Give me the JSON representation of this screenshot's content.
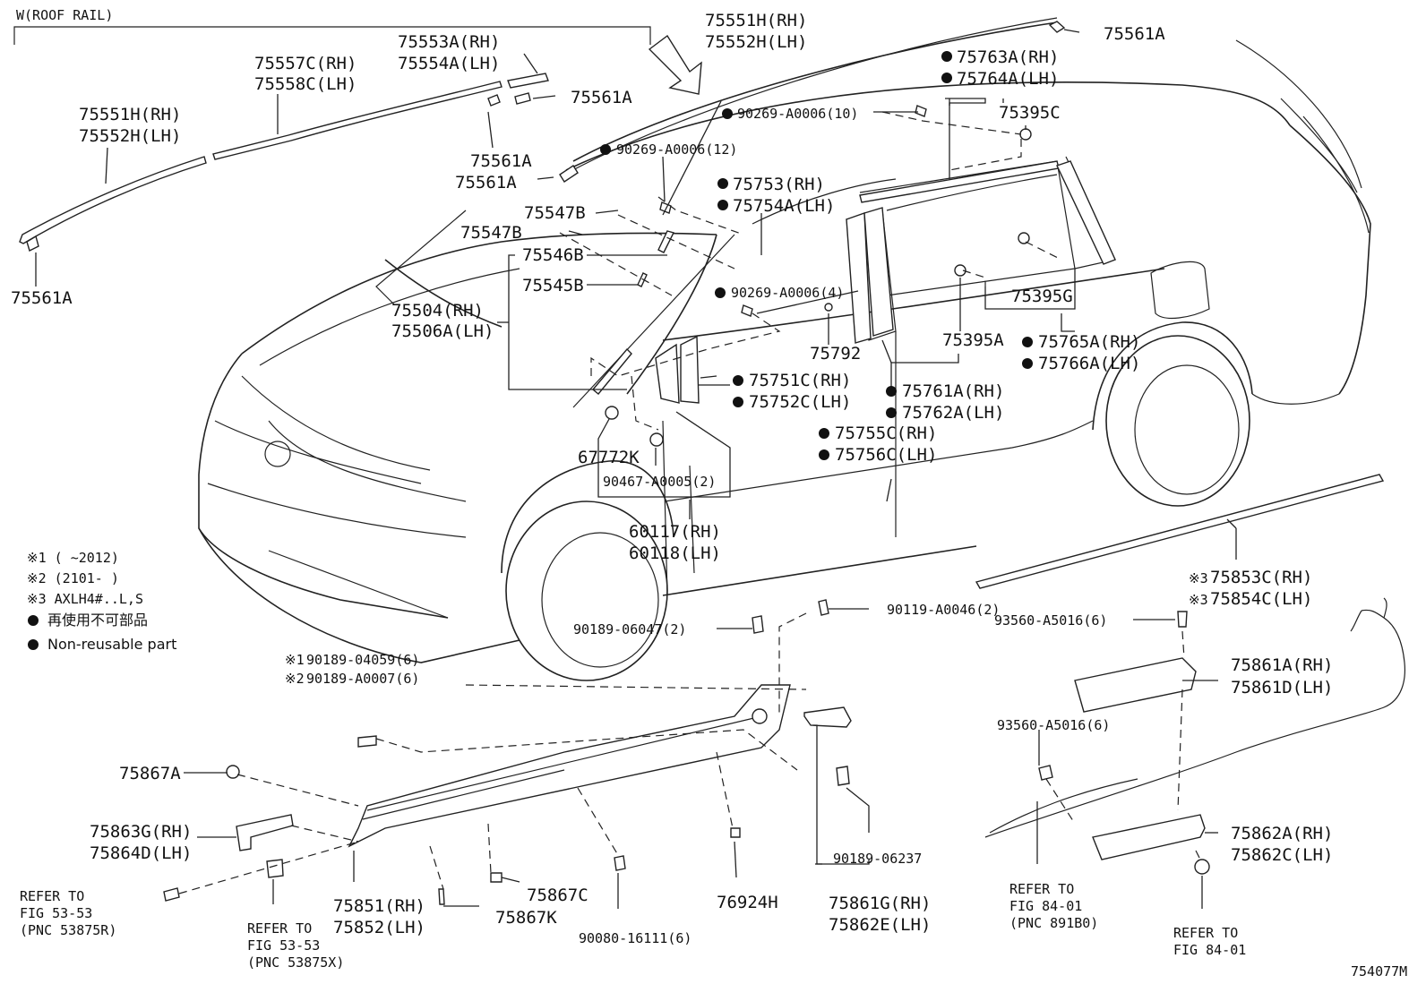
{
  "diagram": {
    "group_label": "W(ROOF RAIL)",
    "figure_number": "754077M",
    "parts": {
      "p75551H_top": "75551H(RH)",
      "p75552H_top": "75552H(LH)",
      "p75561A_tr": "75561A",
      "p75553A": "75553A(RH)",
      "p75554A": "75554A(LH)",
      "p75557C": "75557C(RH)",
      "p75558C": "75558C(LH)",
      "p75561A_mid": "75561A",
      "p75551H_left": "75551H(RH)",
      "p75552H_left": "75552H(LH)",
      "p75561A_a": "75561A",
      "p75561A_b": "75561A",
      "p75561A_left": "75561A",
      "p75763A": "75763A(RH)",
      "p75764A": "75764A(LH)",
      "p90269_10": "90269-A0006(10)",
      "p75395C": "75395C",
      "p90269_12": "90269-A0006(12)",
      "p75753": "75753(RH)",
      "p75754A": "75754A(LH)",
      "p75547B_a": "75547B",
      "p75547B_b": "75547B",
      "p75546B": "75546B",
      "p75545B": "75545B",
      "p90269_4": "90269-A0006(4)",
      "p75395G": "75395G",
      "p75504": "75504(RH)",
      "p75506A": "75506A(LH)",
      "p75792": "75792",
      "p75395A": "75395A",
      "p75765A": "75765A(RH)",
      "p75766A": "75766A(LH)",
      "p75751C": "75751C(RH)",
      "p75752C": "75752C(LH)",
      "p75761A": "75761A(RH)",
      "p75762A": "75762A(LH)",
      "p75755C": "75755C(RH)",
      "p75756C": "75756C(LH)",
      "p67772K": "67772K",
      "p90467": "90467-A0005(2)",
      "p60117": "60117(RH)",
      "p60118": "60118(LH)",
      "p75853C": "75853C(RH)",
      "p75854C": "75854C(LH)",
      "p90189_06047": "90189-06047(2)",
      "p90119": "90119-A0046(2)",
      "p93560_a": "93560-A5016(6)",
      "p90189_04059": "90189-04059(6)",
      "p90189_A0007": "90189-A0007(6)",
      "p75861A": "75861A(RH)",
      "p75861D": "75861D(LH)",
      "p93560_b": "93560-A5016(6)",
      "p75867A": "75867A",
      "p75863G": "75863G(RH)",
      "p75864D": "75864D(LH)",
      "p75862A": "75862A(RH)",
      "p75862C": "75862C(LH)",
      "p90189_06237": "90189-06237",
      "p75867C": "75867C",
      "p76924H": "76924H",
      "p75851": "75851(RH)",
      "p75852": "75852(LH)",
      "p75861G": "75861G(RH)",
      "p75862E": "75862E(LH)",
      "p75867K": "75867K",
      "p90080": "90080-16111(6)"
    },
    "refs": {
      "ref_5353_r_1": "REFER TO",
      "ref_5353_r_2": "FIG 53-53",
      "ref_5353_r_3": "(PNC 53875R)",
      "ref_5353_x_1": "REFER TO",
      "ref_5353_x_2": "FIG 53-53",
      "ref_5353_x_3": "(PNC 53875X)",
      "ref_8401_a_1": "REFER TO",
      "ref_8401_a_2": "FIG 84-01",
      "ref_8401_a_3": "(PNC 891B0)",
      "ref_8401_b_1": "REFER TO",
      "ref_8401_b_2": "FIG 84-01"
    },
    "legend": {
      "note1": "※1 (       ~2012)",
      "note2": "※2 (2101-      )",
      "note3": "※3 AXLH4#..L,S",
      "non_reusable_jp": "再使用不可部品",
      "non_reusable_en": "Non-reusable part"
    },
    "markers": {
      "note1": "※1",
      "note2": "※2",
      "note3": "※3"
    }
  }
}
